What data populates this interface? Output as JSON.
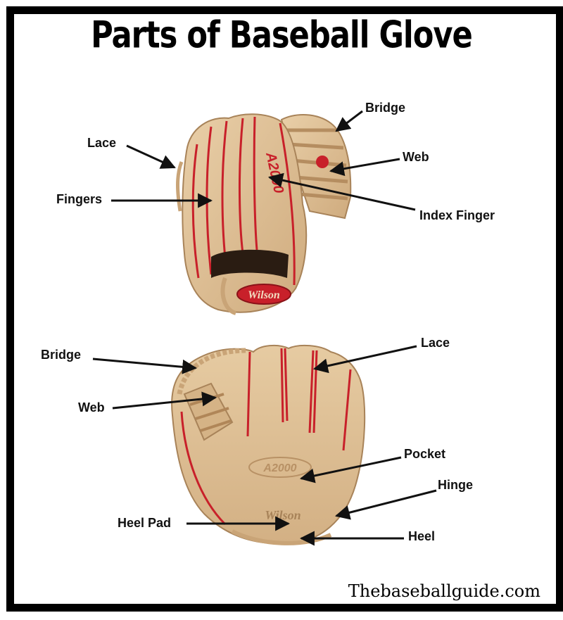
{
  "title": "Parts of Baseball Glove",
  "back_glove": {
    "labels": {
      "bridge": "Bridge",
      "lace": "Lace",
      "web": "Web",
      "fingers": "Fingers",
      "index_finger": "Index Finger"
    },
    "stamp_model": "A2000",
    "stamp_brand": "Wilson"
  },
  "palm_glove": {
    "labels": {
      "bridge": "Bridge",
      "lace": "Lace",
      "web": "Web",
      "pocket": "Pocket",
      "hinge": "Hinge",
      "heel_pad": "Heel Pad",
      "heel": "Heel"
    },
    "stamp_model": "A2000",
    "stamp_brand": "Wilson"
  },
  "footer": "Thebaseballguide.com",
  "colors": {
    "leather": "#e2c49a",
    "leather_dark": "#c9a477",
    "stitch_red": "#c8202a",
    "frame": "#000000"
  }
}
